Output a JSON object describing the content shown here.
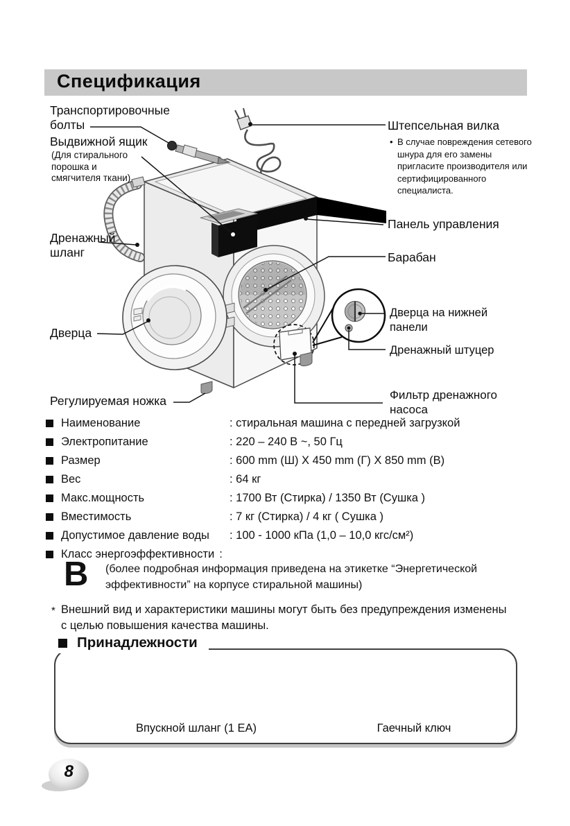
{
  "header": {
    "title": "Спецификация"
  },
  "diagram": {
    "labels": {
      "transport_bolts": "Транспортировочные болты",
      "drawer": "Выдвижной ящик",
      "drawer_note": "(Для стирального порошка и смягчителя ткани)",
      "drain_hose": "Дренажный шланг",
      "door": "Дверца",
      "adjustable_foot": "Регулируемая ножка",
      "plug": "Штепсельная вилка",
      "plug_note": "В случае повреждения сетевого шнура для его замены пригласите производителя или сертифицированного специалиста.",
      "plug_bullet": "•",
      "control_panel": "Панель управления",
      "drum": "Барабан",
      "lower_panel_door": "Дверца на нижней панели",
      "drain_fitting": "Дренажный штуцер",
      "pump_filter": "Фильтр дренажного насоса"
    }
  },
  "specs": {
    "rows": [
      {
        "label": "Наименование",
        "value": ": стиральная машина с передней загрузкой"
      },
      {
        "label": "Электропитание",
        "value": ": 220 – 240 В ~, 50 Гц"
      },
      {
        "label": "Размер",
        "value": ": 600 mm (Ш) X 450 mm (Г) X 850 mm (В)"
      },
      {
        "label": "Вес",
        "value": ": 64 кг"
      },
      {
        "label": "Макс.мощность",
        "value": ": 1700 Вт (Стирка) / 1350 Вт (Сушка )"
      },
      {
        "label": "Вместимость",
        "value": ": 7 кг (Стирка) / 4 кг ( Сушка )"
      },
      {
        "label": "Допустимое давление воды",
        "value": ": 100 - 1000 кПа (1,0 – 10,0 кгс/см²)"
      },
      {
        "label": "Класс энергоэффективности",
        "value": ":"
      }
    ],
    "energy_class": "B",
    "energy_class_note": "(более подробная информация приведена на этикетке “Энергетической эффективности” на корпусе стиральной машины)"
  },
  "footnote": {
    "marker": "*",
    "text": "Внешний вид и характеристики машины могут быть без предупреждения изменены с целью повышения качества машины."
  },
  "accessories": {
    "title": "Принадлежности",
    "items": [
      {
        "label": "Впускной шланг (1 EA)"
      },
      {
        "label": "Гаечный ключ"
      }
    ]
  },
  "page": {
    "number": "8"
  },
  "colors": {
    "title_bar": "#c8c8c8",
    "ink": "#111111",
    "panel_black": "#0b0b0b"
  }
}
